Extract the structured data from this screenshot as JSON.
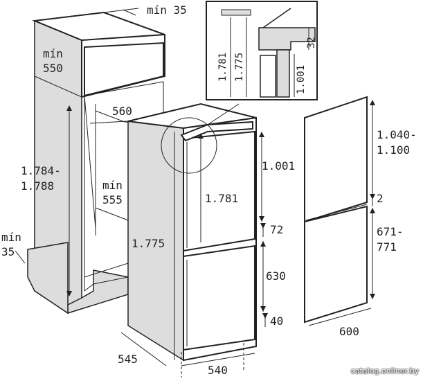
{
  "diagram": {
    "cabinet": {
      "min_35_top": "mín 35",
      "min_550": [
        "mín",
        "550"
      ],
      "width_560": "560",
      "height_1784": [
        "1.784-",
        "1.788"
      ],
      "min_555": [
        "mín",
        "555"
      ],
      "min_35_side": [
        "mín",
        "35"
      ]
    },
    "appliance": {
      "height_1775": "1.775",
      "door_1781": "1.781",
      "upper_1001": "1.001",
      "gap_72": "72",
      "lower_630": "630",
      "bottom_40": "40",
      "depth_545": "545",
      "width_540": "540"
    },
    "detail": {
      "v1781": "1.781",
      "v1775": "1.775",
      "v1001": "1.001",
      "v32": "32"
    },
    "doors": {
      "upper_range": [
        "1.040-",
        "1.100"
      ],
      "gap_2": "2",
      "lower_range": [
        "671-",
        "771"
      ],
      "width_600": "600"
    }
  },
  "watermark": "catalog.onliner.by"
}
